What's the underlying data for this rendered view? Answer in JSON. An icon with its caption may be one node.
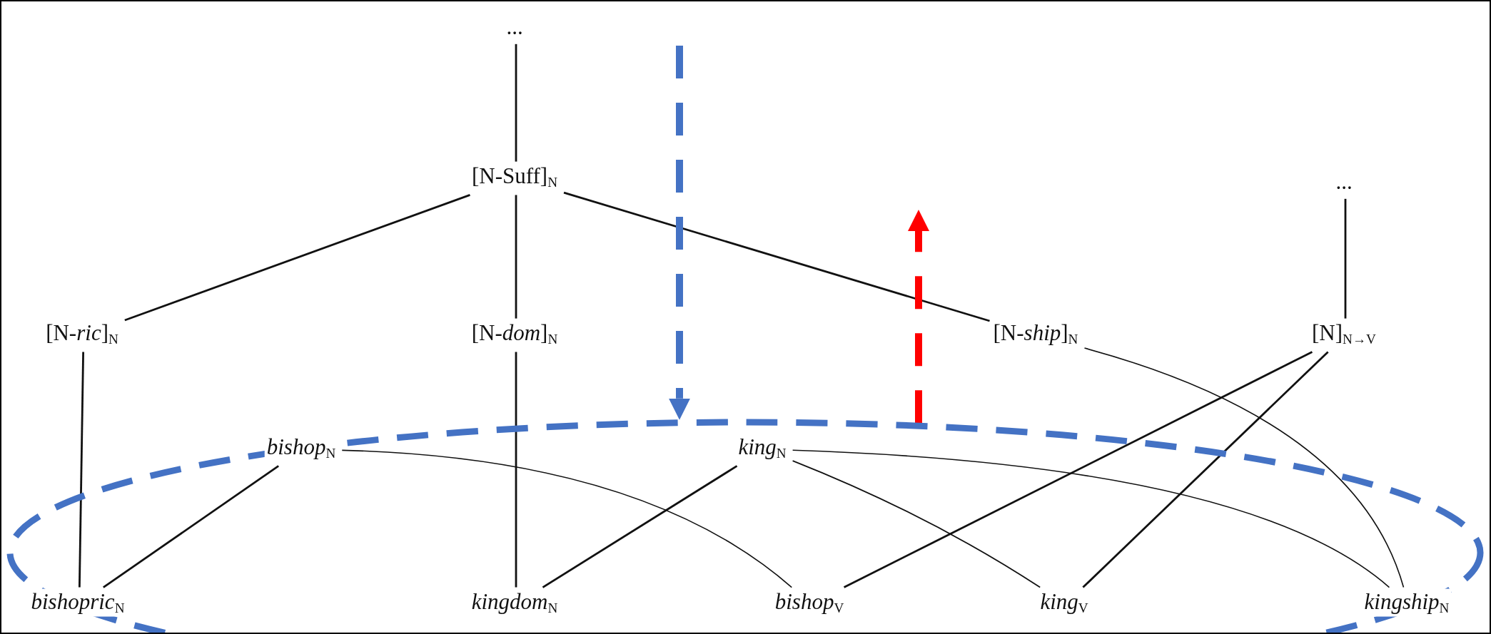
{
  "diagram": {
    "nodes": [
      {
        "text": [
          "..."
        ]
      },
      {
        "text": [
          "[N-Suff]$_{N}$"
        ]
      },
      {
        "text": [
          "..."
        ]
      },
      {
        "text": [
          "[N-*ric*]$_{N}$"
        ]
      },
      {
        "text": [
          "[N-*dom*]$_{N}$"
        ]
      },
      {
        "text": [
          "[N-*ship*]$_{N}$"
        ]
      },
      {
        "text": [
          "[N]$_{N→V}$"
        ]
      },
      {
        "text": [],
        "shape": "ellipse"
      },
      {
        "text": [
          "*bishop*$_{N}$"
        ],
        "in": 7
      },
      {
        "text": [
          "*king*$_{N}$"
        ],
        "in": 7
      },
      {
        "text": [
          "*bishopric*$_{N}$"
        ],
        "in": 7
      },
      {
        "text": [
          "*kingdom*$_{N}$"
        ],
        "in": 7
      },
      {
        "text": [
          "*bishop*$_{V}$"
        ],
        "in": 7
      },
      {
        "text": [
          "*king*$_{V}$"
        ],
        "in": 7
      },
      {
        "text": [
          "*kingship*$_{N}$"
        ],
        "in": 7
      }
    ],
    "edges": [
      {
        "from": 0,
        "to": 1,
        "arrow": "none"
      },
      {
        "from": 1,
        "to": 3,
        "arrow": "none"
      },
      {
        "from": 1,
        "to": 4,
        "arrow": "none"
      },
      {
        "from": 1,
        "to": 5,
        "arrow": "none"
      },
      {
        "from": 2,
        "to": 6,
        "arrow": "none"
      },
      {
        "from": 3,
        "to": 10,
        "arrow": "none"
      },
      {
        "from": 4,
        "to": 11,
        "arrow": "none"
      },
      {
        "from": 8,
        "to": 10,
        "arrow": "none"
      },
      {
        "from": 9,
        "to": 11,
        "arrow": "none"
      },
      {
        "from": 8,
        "to": 12,
        "arrow": "none"
      },
      {
        "from": 9,
        "to": 13,
        "arrow": "none"
      },
      {
        "from": 6,
        "to": 12,
        "arrow": "none"
      },
      {
        "from": 6,
        "to": 13,
        "arrow": "none"
      },
      {
        "from": 9,
        "to": 14,
        "arrow": "none"
      },
      {
        "from": 5,
        "to": 14,
        "arrow": "none"
      },
      {
        "from": null,
        "to": 7,
        "arrow": "to",
        "style": "dashed",
        "color": "#4472c4"
      },
      {
        "from": 7,
        "to": null,
        "arrow": "to",
        "style": "dashed",
        "color": "#ff0000"
      }
    ]
  }
}
